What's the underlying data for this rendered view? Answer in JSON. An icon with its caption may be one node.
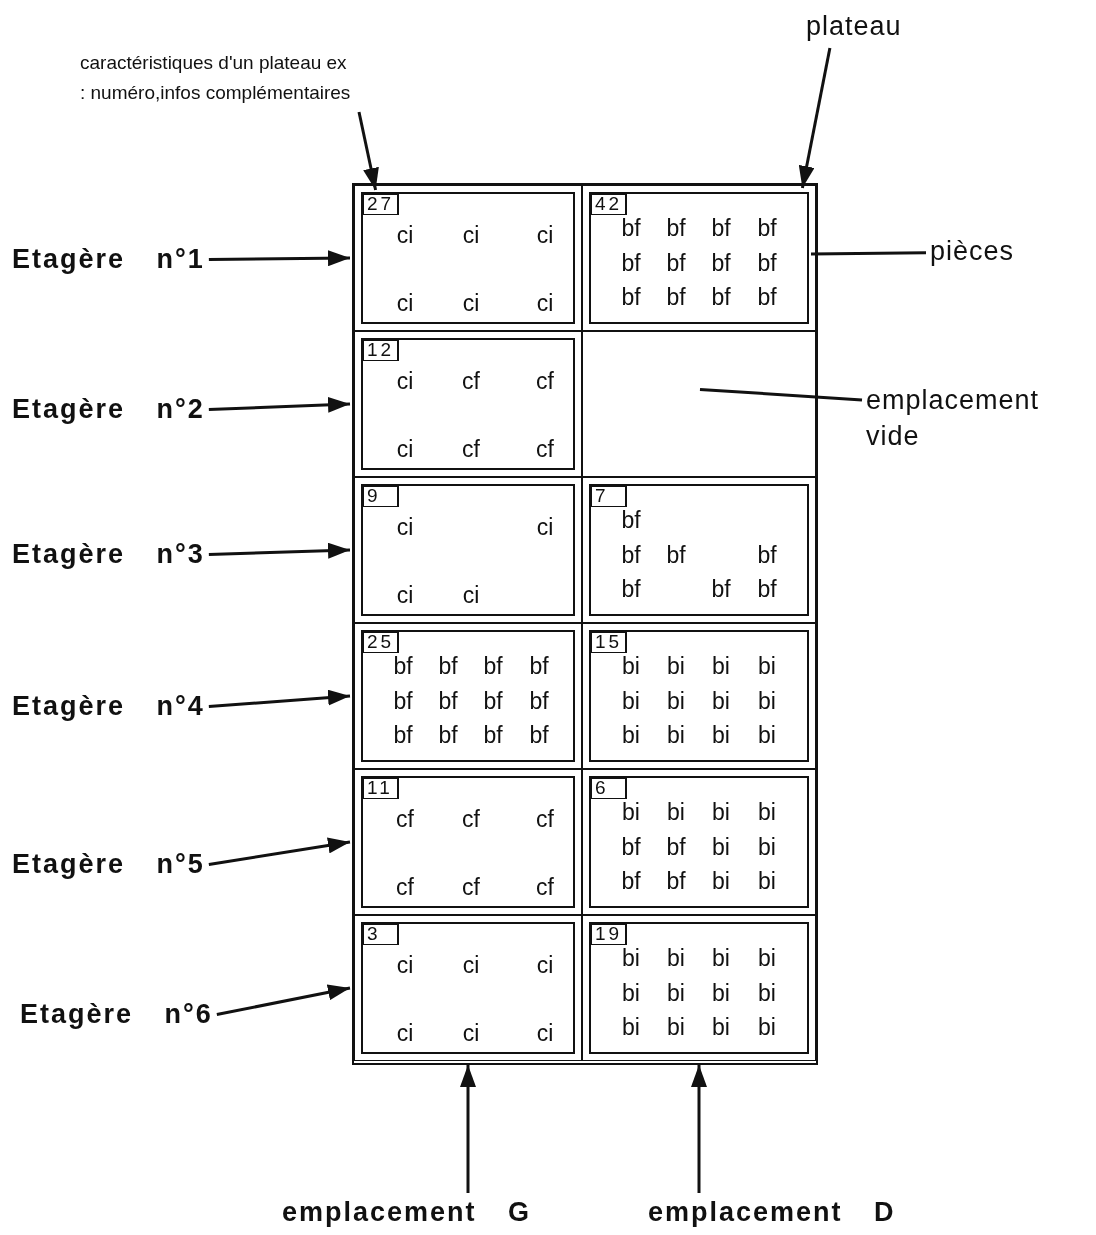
{
  "diagram": {
    "nodes": [
      {
        "text": [
          "caractéristiques d'un plateau ex : numéro,infos complémentaires"
        ]
      },
      {
        "text": [
          "plateau"
        ]
      },
      {
        "text": [],
        "shape": "box"
      },
      {
        "text": [],
        "shape": "box",
        "in": 2
      },
      {
        "text": [
          "ci",
          "ci",
          "ci",
          "ci",
          "ci",
          "ci"
        ],
        "in": 3
      },
      {
        "text": [
          "27"
        ],
        "in": 4
      },
      {
        "text": [],
        "shape": "box",
        "in": 2
      },
      {
        "text": [
          "bf",
          "bf",
          "bf",
          "bf",
          "bf",
          "bf",
          "bf",
          "bf",
          "bf",
          "bf",
          "bf",
          "bf"
        ],
        "in": 6
      },
      {
        "text": [
          "42"
        ],
        "in": 7
      },
      {
        "text": [],
        "shape": "box",
        "in": 2
      },
      {
        "text": [
          "ci",
          "cf",
          "cf",
          "ci",
          "cf",
          "cf"
        ],
        "in": 9
      },
      {
        "text": [
          "12"
        ],
        "in": 10
      },
      {
        "text": [],
        "shape": "box",
        "in": 2
      },
      {
        "text": [],
        "shape": "box",
        "in": 2
      },
      {
        "text": [
          "ci",
          "ci",
          "ci",
          "ci"
        ],
        "in": 13
      },
      {
        "text": [
          "9"
        ],
        "in": 14
      },
      {
        "text": [],
        "shape": "box",
        "in": 2
      },
      {
        "text": [
          "bf",
          "bf",
          "bf",
          "bf",
          "bf",
          "bf",
          "bf"
        ],
        "in": 16
      },
      {
        "text": [
          "7"
        ],
        "in": 17
      },
      {
        "text": [],
        "shape": "box",
        "in": 2
      },
      {
        "text": [
          "bf",
          "bf",
          "bf",
          "bf",
          "bf",
          "bf",
          "bf",
          "bf",
          "bf",
          "bf",
          "bf",
          "bf"
        ],
        "in": 19
      },
      {
        "text": [
          "25"
        ],
        "in": 20
      },
      {
        "text": [],
        "shape": "box",
        "in": 2
      },
      {
        "text": [
          "bi",
          "bi",
          "bi",
          "bi",
          "bi",
          "bi",
          "bi",
          "bi",
          "bi",
          "bi",
          "bi",
          "bi"
        ],
        "in": 22
      },
      {
        "text": [
          "15"
        ],
        "in": 23
      },
      {
        "text": [],
        "shape": "box",
        "in": 2
      },
      {
        "text": [
          "cf",
          "cf",
          "cf",
          "cf",
          "cf",
          "cf"
        ],
        "in": 25
      },
      {
        "text": [
          "11"
        ],
        "in": 26
      },
      {
        "text": [],
        "shape": "box",
        "in": 2
      },
      {
        "text": [
          "bi",
          "bi",
          "bi",
          "bi",
          "bf",
          "bf",
          "bi",
          "bi",
          "bf",
          "bf",
          "bi",
          "bi"
        ],
        "in": 28
      },
      {
        "text": [
          "6"
        ],
        "in": 29
      },
      {
        "text": [],
        "shape": "box",
        "in": 2
      },
      {
        "text": [
          "ci",
          "ci",
          "ci",
          "ci",
          "ci",
          "ci"
        ],
        "in": 31
      },
      {
        "text": [
          "3"
        ],
        "in": 32
      },
      {
        "text": [],
        "shape": "box",
        "in": 2
      },
      {
        "text": [
          "bi",
          "bi",
          "bi",
          "bi",
          "bi",
          "bi",
          "bi",
          "bi",
          "bi",
          "bi",
          "bi",
          "bi"
        ],
        "in": 34
      },
      {
        "text": [
          "19"
        ],
        "in": 35
      },
      {
        "text": [
          "pièces"
        ]
      },
      {
        "text": [
          "emplacement vide"
        ]
      },
      {
        "text": [
          "Etagère n°1"
        ]
      },
      {
        "text": [
          "Etagère n°2"
        ]
      },
      {
        "text": [
          "Etagère n°3"
        ]
      },
      {
        "text": [
          "Etagère n°4"
        ]
      },
      {
        "text": [
          "Etagère n°5"
        ]
      },
      {
        "text": [
          "Etagère n°6"
        ]
      },
      {
        "text": [
          "emplacement G"
        ]
      },
      {
        "text": [
          "emplacement D"
        ]
      }
    ],
    "edges": [
      {
        "from": 0,
        "to": 5,
        "arrow": "to"
      },
      {
        "from": 1,
        "to": 7,
        "arrow": "to"
      },
      {
        "from": 37,
        "to": 7,
        "arrow": "none"
      },
      {
        "from": 38,
        "to": 12,
        "arrow": "none"
      },
      {
        "from": 39,
        "to": 3,
        "arrow": "to"
      },
      {
        "from": 40,
        "to": 9,
        "arrow": "to"
      },
      {
        "from": 41,
        "to": 13,
        "arrow": "to"
      },
      {
        "from": 42,
        "to": 19,
        "arrow": "to"
      },
      {
        "from": 43,
        "to": 25,
        "arrow": "to"
      },
      {
        "from": 44,
        "to": 31,
        "arrow": "to"
      },
      {
        "from": 45,
        "to": 31,
        "arrow": "to"
      },
      {
        "from": 46,
        "to": 34,
        "arrow": "to"
      }
    ]
  }
}
